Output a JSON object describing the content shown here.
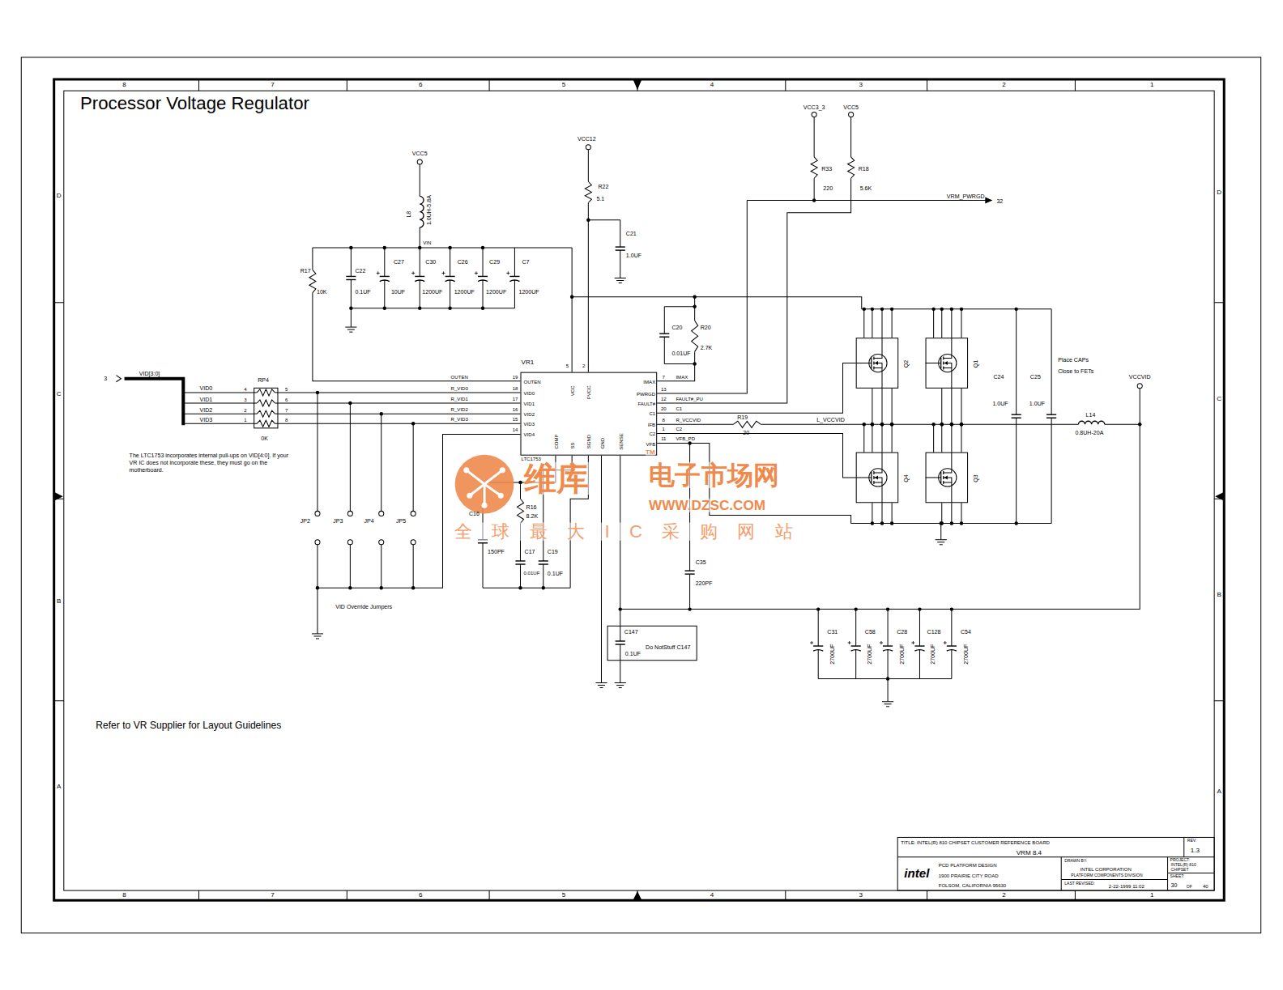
{
  "diagram": {
    "title": "Processor Voltage Regulator",
    "nodes": [
      {
        "text": [
          "VR1",
          "OUTEN",
          "VID0",
          "VID1",
          "VID2",
          "VID3",
          "VID4",
          "VCC",
          "PVCC",
          "IMAX",
          "PWRGD",
          "FAULT#",
          "C1",
          "IFB",
          "C2",
          "VFB",
          "COMP",
          "SS",
          "SGND",
          "GND",
          "SENSE",
          "LTC1753"
        ]
      },
      {
        "text": [
          "RP4",
          "0K"
        ]
      },
      {
        "text": [
          "Q2"
        ]
      },
      {
        "text": [
          "Q1"
        ]
      },
      {
        "text": [
          "Q4"
        ]
      },
      {
        "text": [
          "Q3"
        ]
      },
      {
        "text": [
          "C147",
          "0.1UF",
          "Do NotStuff C147"
        ]
      }
    ],
    "edges": [
      {
        "from": 1,
        "to": 0,
        "arrow": "none",
        "label": "R_VID0"
      },
      {
        "from": 1,
        "to": 0,
        "arrow": "none",
        "label": "R_VID1"
      },
      {
        "from": 1,
        "to": 0,
        "arrow": "none",
        "label": "R_VID2"
      },
      {
        "from": 1,
        "to": 0,
        "arrow": "none",
        "label": "R_VID3"
      },
      {
        "from": 0,
        "to": 2,
        "arrow": "none",
        "label": "C1"
      },
      {
        "from": 0,
        "to": 4,
        "arrow": "none",
        "label": "C2"
      }
    ],
    "labels": [
      "Processor Voltage Regulator",
      "Refer to VR Supplier for Layout Guidelines",
      "8",
      "7",
      "6",
      "5",
      "4",
      "3",
      "2",
      "1",
      "8",
      "7",
      "6",
      "5",
      "4",
      "3",
      "2",
      "1",
      "D",
      "C",
      "B",
      "A",
      "D",
      "C",
      "B",
      "A",
      "VCC5",
      "L8",
      "1.0UH-5.8A",
      "VIN",
      "R17",
      "10K",
      "C22",
      "0.1UF",
      "C27",
      "10UF",
      "C30",
      "1200UF",
      "C26",
      "1200UF",
      "C29",
      "1200UF",
      "C7",
      "1200UF",
      "VCC12",
      "R22",
      "5.1",
      "C21",
      "1.0UF",
      "VCC3_3",
      "VCC5",
      "R33",
      "220",
      "R18",
      "5.6K",
      "VRM_PWRGD",
      "32",
      "C20",
      "0.01UF",
      "R20",
      "2.7K",
      "19",
      "18",
      "17",
      "16",
      "15",
      "14",
      "5",
      "2",
      "7",
      "13",
      "12",
      "20",
      "8",
      "1",
      "11",
      "IMAX",
      "FAULT#_PU",
      "R_VCCVID",
      "VFB_PD",
      "R19",
      "20",
      "L_VCCVID",
      "L14",
      "0.8UH-20A",
      "VCCVID",
      "C24",
      "1.0UF",
      "C25",
      "1.0UF",
      "Place CAPs",
      "Close to FETs",
      "C35",
      "220PF",
      "R16",
      "8.2K",
      "C16",
      "150PF",
      "C17",
      "0.01UF",
      "C19",
      "0.1UF",
      "C31",
      "2700UF",
      "C58",
      "2700UF",
      "C28",
      "2700UF",
      "C128",
      "2700UF",
      "C54",
      "2700UF",
      "3",
      "VID[3:0]",
      "VID0",
      "VID1",
      "VID2",
      "VID3",
      "4",
      "3",
      "2",
      "1",
      "5",
      "6",
      "7",
      "8",
      "The LTC1753 incorporates internal pull-ups on VID[4:0]. If your VR IC does not incorporate these, they must go on the motherboard.",
      "OUTEN",
      "JP2",
      "JP3",
      "JP4",
      "JP5",
      "VID Override Jumpers",
      "维库",
      "TM",
      "电子市场网",
      "WWW.DZSC.COM",
      "全球最大IC采购网站",
      "TITLE: INTEL(R) 810 CHIPSET CUSTOMER REFERENCE BOARD",
      "VRM 8.4",
      "REV:",
      "1.3",
      "intel",
      "PCD PLATFORM DESIGN",
      "1900 PRAIRIE CITY ROAD",
      "FOLSOM, CALIFORNIA 95630",
      "DRAWN BY:",
      "INTEL CORPORATION",
      "PLATFORM COMPONENTS DIVISION",
      "LAST REVISED:",
      "2-22-1999 11:02",
      "PROJECT:",
      "INTEL(R) 810 CHIPSET",
      "SHEET:",
      "30",
      "OF",
      "40"
    ]
  }
}
